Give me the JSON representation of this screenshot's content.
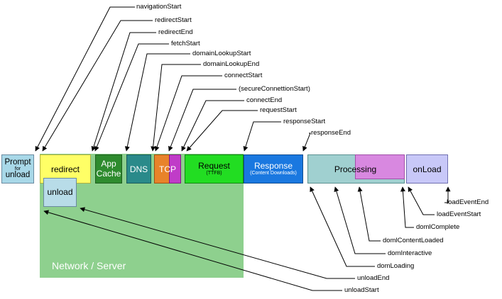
{
  "stages": {
    "prompt_line1": "Prompt",
    "prompt_line2": "for",
    "prompt_line3": "unload",
    "redirect": "redirect",
    "unload": "unload",
    "appcache_line1": "App",
    "appcache_line2": "Cache",
    "dns": "DNS",
    "tcp": "TCP",
    "request": "Request",
    "request_sub": "(TTFB)",
    "response": "Response",
    "response_sub": "(Content Downloads)",
    "processing": "Processing",
    "onload": "onLoad"
  },
  "region_label": "Network / Server",
  "labels": {
    "navigationStart": "navigationStart",
    "redirectStart": "redirectStart",
    "redirectEnd": "redirectEnd",
    "fetchStart": "fetchStart",
    "domainLookupStart": "domainLookupStart",
    "domainLookupEnd": "domainLookupEnd",
    "connectStart": "connectStart",
    "secureConnectionStart": "(secureConnettionStart)",
    "connectEnd": "connectEnd",
    "requestStart": "requestStart",
    "responseStart": "responseStart",
    "responseEnd": "responseEnd",
    "loadEventEnd": "loadEventEnd",
    "loadEventStart": "loadEventStart",
    "domComplete": "domlComplete",
    "domContentLoaded": "domlContentLoaded",
    "domInteractive": "domInteractive",
    "domLoading": "domLoading",
    "unloadEnd": "unloadEnd",
    "unloadStart": "unloadStart"
  },
  "colors": {
    "network": "#8ed08e",
    "prompt": "#a8d8e8",
    "redirect": "#ffff66",
    "appcache": "#2e8b2e",
    "dns": "#2a8a8a",
    "tcp": "#e8832a",
    "ssl": "#c03cc8",
    "request": "#22dd22",
    "response": "#1a78e0",
    "processing": "#a0d0d0",
    "processing_inner": "#d888e0",
    "onload": "#c8c8f8"
  }
}
